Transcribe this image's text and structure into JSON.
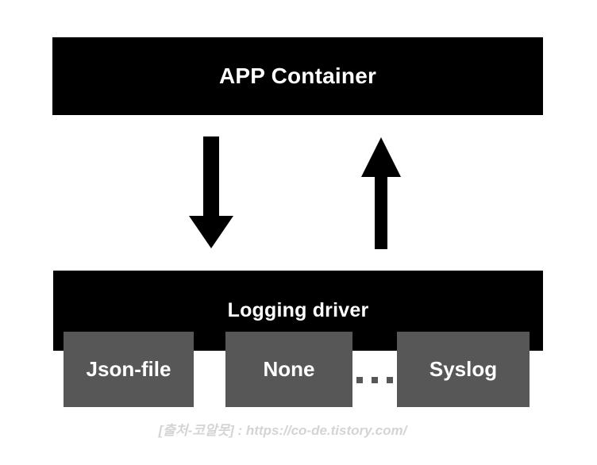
{
  "diagram": {
    "top_box": {
      "label": "APP Container"
    },
    "arrows": {
      "down_arrow_name": "arrow-down-icon",
      "up_arrow_name": "arrow-up-icon"
    },
    "bottom_box": {
      "label": "Logging driver"
    },
    "drivers": [
      {
        "label": "Json-file"
      },
      {
        "label": "None"
      },
      {
        "label": "Syslog"
      }
    ],
    "ellipsis": {
      "label": "..."
    },
    "colors": {
      "box_black": "#000000",
      "driver_gray": "#575757",
      "text_white": "#ffffff",
      "watermark_gray": "#d4d4d4",
      "background": "#ffffff"
    }
  },
  "footer": {
    "watermark": "[출처-코알못] : https://co-de.tistory.com/"
  }
}
